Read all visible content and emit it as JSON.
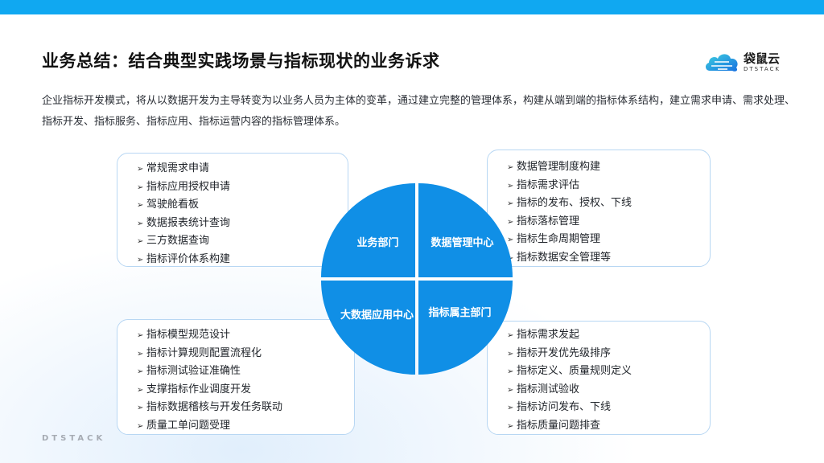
{
  "header": {
    "title": "业务总结：结合典型实践场景与指标现状的业务诉求",
    "logo_text": "袋鼠云",
    "logo_sub": "DTSTACK"
  },
  "intro": "企业指标开发模式，将从以数据开发为主导转变为以业务人员为主体的变革，通过建立完整的管理体系，构建从端到端的指标体系结构，建立需求申请、需求处理、指标开发、指标服务、指标应用、指标运营内容的指标管理体系。",
  "quadrants": {
    "top_left": "业务部门",
    "top_right": "数据管理中心",
    "bottom_left": "大数据应用中心",
    "bottom_right": "指标属主部门"
  },
  "cards": {
    "top_left": [
      "常规需求申请",
      "指标应用授权申请",
      "驾驶舱看板",
      "数据报表统计查询",
      "三方数据查询",
      "指标评价体系构建"
    ],
    "top_right": [
      "数据管理制度构建",
      "指标需求评估",
      "指标的发布、授权、下线",
      "指标落标管理",
      "指标生命周期管理",
      "指标数据安全管理等"
    ],
    "bottom_left": [
      "指标模型规范设计",
      "指标计算规则配置流程化",
      "指标测试验证准确性",
      "支撑指标作业调度开发",
      "指标数据稽核与开发任务联动",
      "质量工单问题受理"
    ],
    "bottom_right": [
      "指标需求发起",
      "指标开发优先级排序",
      "指标定义、质量规则定义",
      "指标测试验收",
      "指标访问发布、下线",
      "指标质量问题排查"
    ]
  },
  "footer": {
    "logo": "DTSTACK"
  },
  "colors": {
    "accent": "#10a8f1",
    "quadrant": "#108fe6",
    "card_border": "#b8d7f3"
  }
}
